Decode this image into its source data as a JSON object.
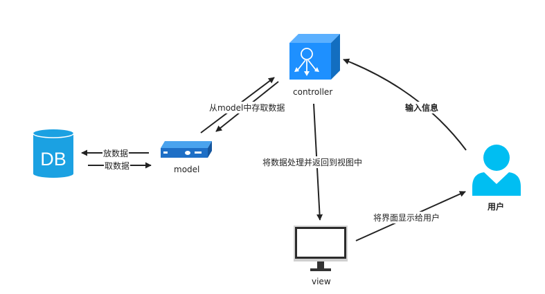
{
  "nodes": {
    "db": {
      "text": "DB",
      "color": "#1ba1e2"
    },
    "model": {
      "label": "model",
      "color": "#1e6fc6"
    },
    "controller": {
      "label": "controller",
      "color": "#1e90ff"
    },
    "view": {
      "label": "view"
    },
    "user": {
      "label": "用户",
      "color": "#00bef2"
    }
  },
  "edges": {
    "model_to_db": "放数据",
    "db_to_model": "取数据",
    "model_controller": "从model中存取数据",
    "controller_to_view": "将数据处理并返回到视图中",
    "view_to_user": "将界面显示给用户",
    "user_to_controller": "输入信息"
  }
}
